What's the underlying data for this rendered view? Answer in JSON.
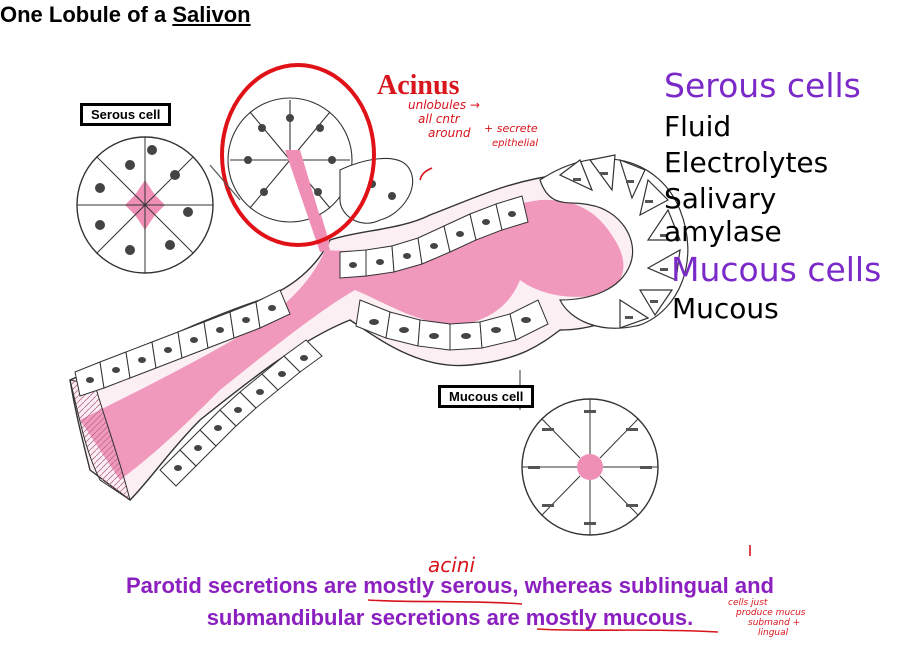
{
  "title": {
    "prefix": "One Lobule of a ",
    "underlined": "Salivon"
  },
  "labels": {
    "serous_cell_box": "Serous cell",
    "mucous_cell_box": "Mucous cell",
    "acinus": "Acinus"
  },
  "serous": {
    "heading": "Serous cells",
    "items": [
      "Fluid",
      "Electrolytes",
      "Salivary amylase"
    ]
  },
  "mucous": {
    "heading": "Mucous cells",
    "items": [
      "Mucous"
    ]
  },
  "bottom": {
    "line1_a": "Parotid secretions are ",
    "line1_b": "mostly serous,",
    "line1_c": " whereas sublingual and",
    "line2_a": "submandibular secretions are ",
    "line2_b": "mostly mucous",
    "line2_c": "."
  },
  "handwriting": {
    "acinus_note_1": "unlobules →",
    "acinus_note_2": "all cntr",
    "acinus_note_3": "around",
    "acinus_note_4": "+ secrete",
    "acinus_note_5": "epithelial",
    "acini": "acini",
    "mucous_note_1": "cells just",
    "mucous_note_2": "produce mucus",
    "mucous_note_3": "submand +",
    "mucous_note_4": "lingual"
  },
  "colors": {
    "lumen": "#ef8fb6",
    "accent_red": "#d8141c",
    "purple_heading": "#7b2ac9",
    "purple_text": "#8b1fbf"
  }
}
